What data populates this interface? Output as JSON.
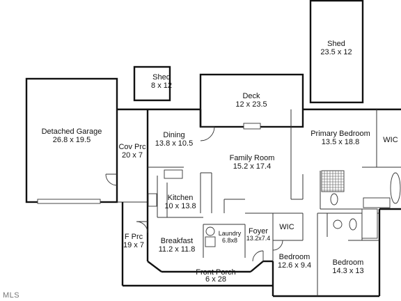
{
  "rooms": {
    "shed_large": {
      "name": "Shed",
      "dims": "23.5 x 12"
    },
    "shed_small": {
      "name": "Shed",
      "dims": "8 x 12"
    },
    "deck": {
      "name": "Deck",
      "dims": "12 x 23.5"
    },
    "garage": {
      "name": "Detached Garage",
      "dims": "26.8 x 19.5"
    },
    "cov_prc": {
      "name": "Cov Prc",
      "dims": "20 x 7"
    },
    "dining": {
      "name": "Dining",
      "dims": "13.8 x 10.5"
    },
    "family": {
      "name": "Family Room",
      "dims": "15.2 x 17.4"
    },
    "primary_bed": {
      "name": "Primary Bedroom",
      "dims": "13.5 x 18.8"
    },
    "wic_primary": {
      "name": "WIC"
    },
    "kitchen": {
      "name": "Kitchen",
      "dims": "10 x 13.8"
    },
    "f_prc": {
      "name": "F Prc",
      "dims": "19 x 7"
    },
    "breakfast": {
      "name": "Breakfast",
      "dims": "11.2 x 11.8"
    },
    "laundry": {
      "name": "Laundry",
      "dims": "6.8x8"
    },
    "foyer": {
      "name": "Foyer",
      "dims": "13.2x7.4"
    },
    "wic_bed": {
      "name": "WIC"
    },
    "bedroom1": {
      "name": "Bedroom",
      "dims": "12.6 x 9.4"
    },
    "bedroom2": {
      "name": "Bedroom",
      "dims": "14.3 x 13"
    },
    "front_porch": {
      "name": "Front Porch",
      "dims": "6 x 28"
    }
  },
  "watermark": "MLS"
}
